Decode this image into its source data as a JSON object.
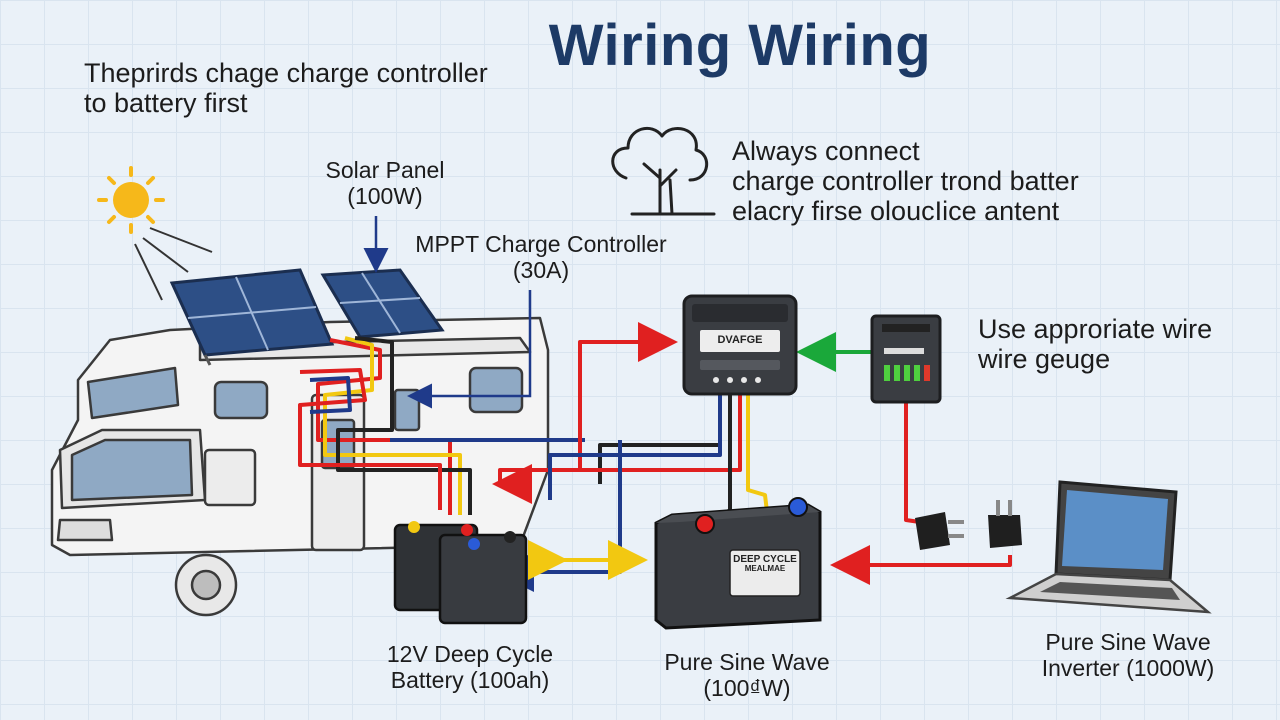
{
  "title": "Wiring Wiring",
  "notes": {
    "top_left": [
      "Theprirds chage charge controller",
      "to battery first"
    ],
    "top_right": [
      "Always connect",
      "charge controller trond batter",
      "elacry firse oloucIice antent"
    ],
    "wire_gauge": [
      "Use approriate wire",
      "wire geuge"
    ]
  },
  "labels": {
    "solar_panel": [
      "Solar Panel",
      "(100W)"
    ],
    "charge_controller": [
      "MPPT Charge Controller",
      "(30A)"
    ],
    "battery_12v": [
      "12V Deep Cycle",
      "Battery (100ah)"
    ],
    "pure_sine_center": [
      "Pure Sine Wave",
      "(100₫W)"
    ],
    "inverter": [
      "Pure Sine Wave",
      "Inverter (1000W)"
    ]
  },
  "device_text": {
    "controller_display": "DVAFGE",
    "battery_face": [
      "DEEP CYCLE",
      "MEALMAE"
    ]
  },
  "colors": {
    "positive_wire": "#e02020",
    "negative_wire": "#222222",
    "blue_wire": "#1f3a8a",
    "yellow_wire": "#f2c811",
    "green_wire": "#1aa83a",
    "title": "#1d3a66",
    "sun": "#f6b81a"
  },
  "icons": [
    "sun-icon",
    "tree-cloud-icon",
    "solar-panel-icon",
    "rv-icon",
    "charge-controller-icon",
    "fuse-box-icon",
    "battery-icon",
    "plug-icon",
    "laptop-icon"
  ]
}
